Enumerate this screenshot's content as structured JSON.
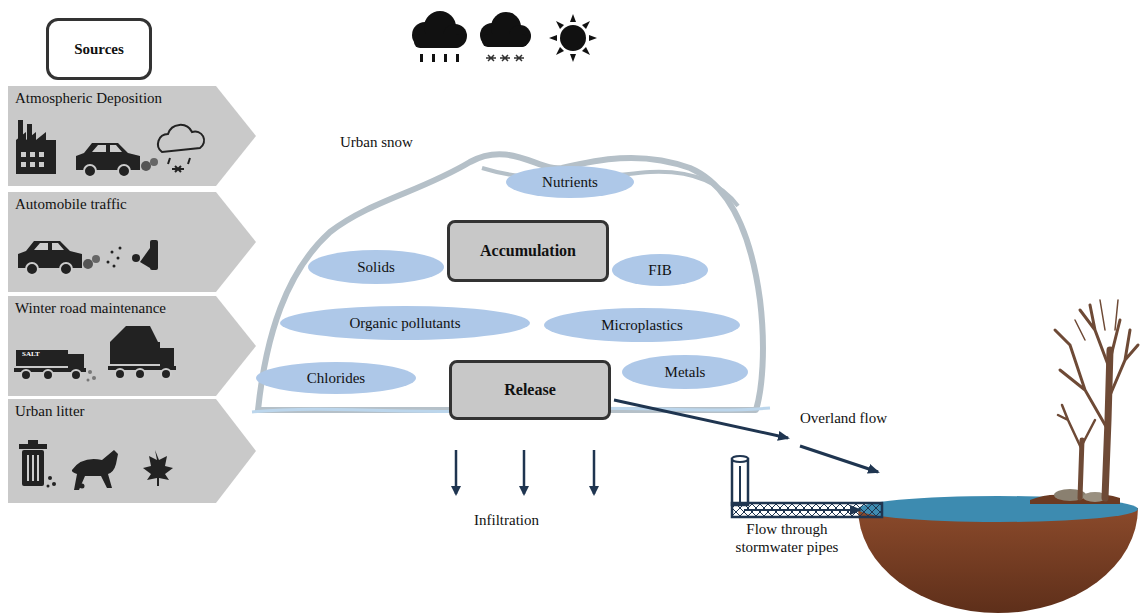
{
  "diagram": {
    "nodes": [
      {
        "text": [
          "Sources"
        ]
      },
      {
        "text": [
          "Atmospheric Deposition"
        ]
      },
      {
        "text": [
          "Automobile traffic"
        ]
      },
      {
        "text": [
          "Winter road maintenance"
        ]
      },
      {
        "text": [
          "Urban litter"
        ]
      },
      {
        "text": [
          "Urban snow"
        ]
      },
      {
        "text": [
          "Nutrients"
        ],
        "in": 5
      },
      {
        "text": [
          "Accumulation"
        ],
        "in": 5
      },
      {
        "text": [
          "Solids"
        ],
        "in": 5
      },
      {
        "text": [
          "FIB"
        ],
        "in": 5
      },
      {
        "text": [
          "Organic pollutants"
        ],
        "in": 5
      },
      {
        "text": [
          "Microplastics"
        ],
        "in": 5
      },
      {
        "text": [
          "Chlorides"
        ],
        "in": 5
      },
      {
        "text": [
          "Release"
        ],
        "in": 5
      },
      {
        "text": [
          "Metals"
        ],
        "in": 5
      }
    ],
    "labels": [
      "Overland flow",
      "Infiltration",
      "Flow through stormwater pipes",
      "SALT"
    ]
  }
}
